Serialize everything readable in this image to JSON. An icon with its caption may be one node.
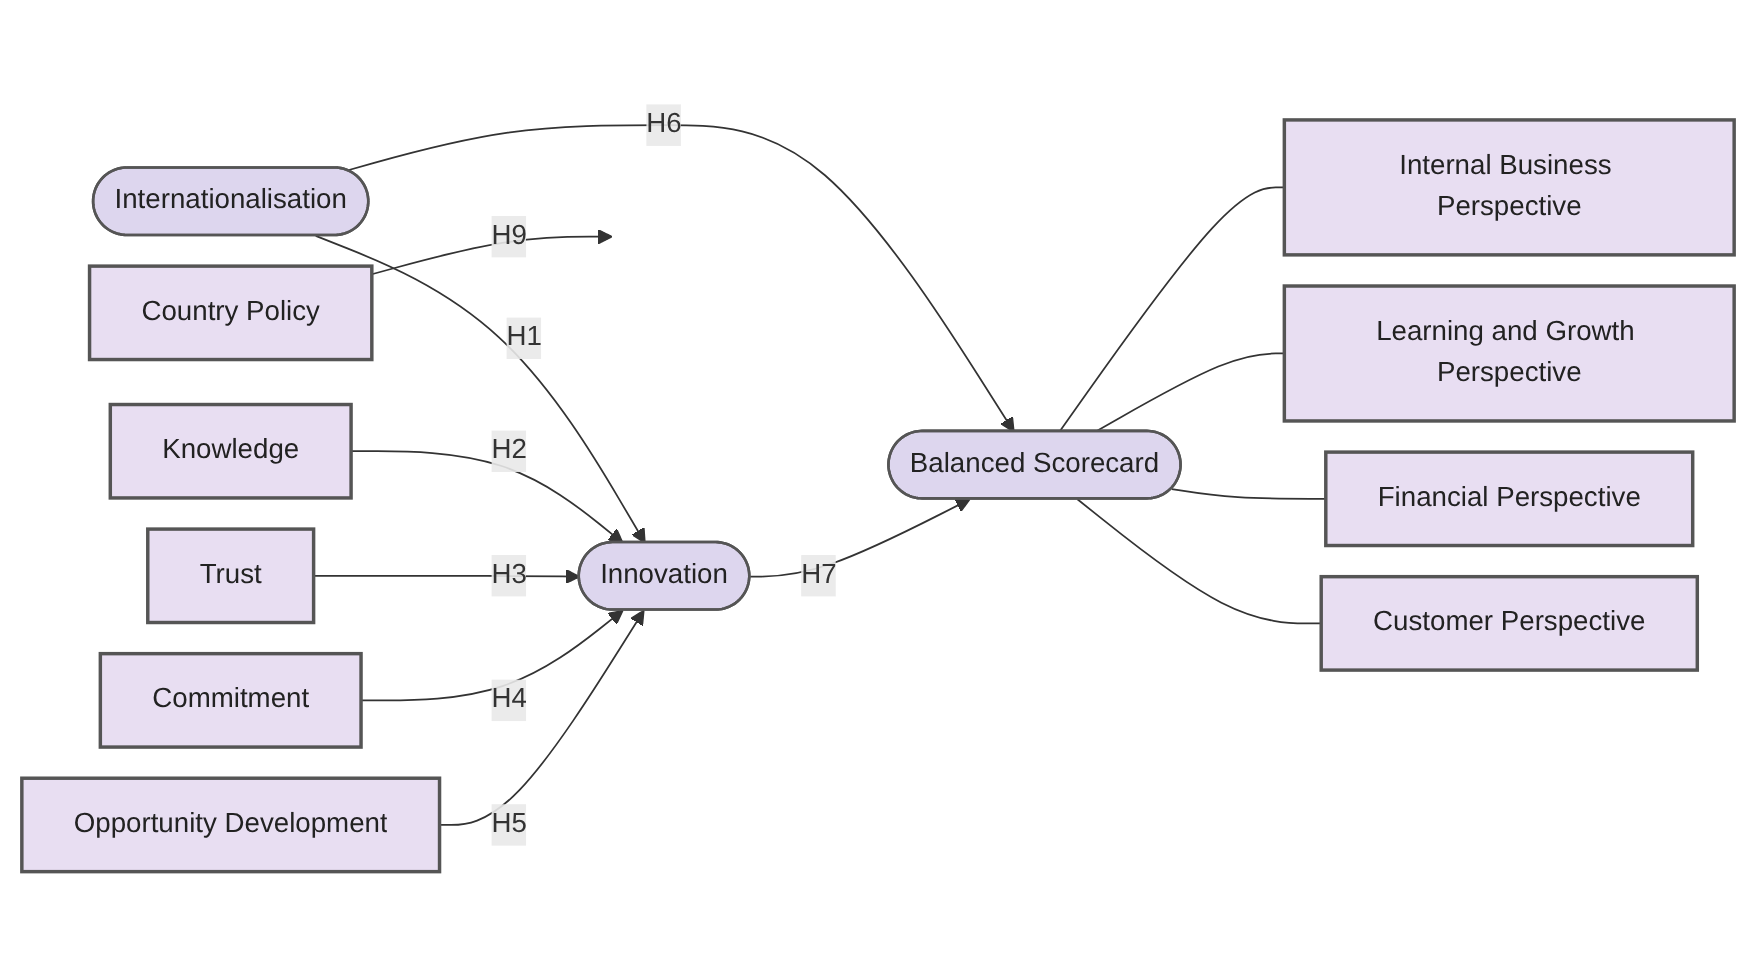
{
  "diagram": {
    "nodes": [
      {
        "text": [
          "Internationalisation"
        ]
      },
      {
        "text": [
          "Knowledge"
        ]
      },
      {
        "text": [
          "Trust"
        ]
      },
      {
        "text": [
          "Commitment"
        ]
      },
      {
        "text": [
          "Opportunity Development"
        ]
      },
      {
        "text": [
          "Innovation"
        ]
      },
      {
        "text": [
          "Balanced Scorecard"
        ]
      },
      {
        "text": [
          "Internal Business Perspective"
        ]
      },
      {
        "text": [
          "Learning and Growth Perspective"
        ]
      },
      {
        "text": [
          "Financial Perspective"
        ]
      },
      {
        "text": [
          "Customer Perspective"
        ]
      },
      {
        "text": [
          "Country Policy"
        ]
      }
    ],
    "edges": [
      {
        "from": 0,
        "to": 5,
        "arrow": "to",
        "label": "H1"
      },
      {
        "from": 1,
        "to": 5,
        "arrow": "to",
        "label": "H2"
      },
      {
        "from": 2,
        "to": 5,
        "arrow": "to",
        "label": "H3"
      },
      {
        "from": 3,
        "to": 5,
        "arrow": "to",
        "label": "H4"
      },
      {
        "from": 4,
        "to": 5,
        "arrow": "to",
        "label": "H5"
      },
      {
        "from": 0,
        "to": 6,
        "arrow": "to",
        "label": "H6"
      },
      {
        "from": 5,
        "to": 6,
        "arrow": "to",
        "label": "H7"
      },
      {
        "from": 11,
        "to": null,
        "arrow": "to",
        "label": "H9"
      },
      {
        "from": 6,
        "to": 7,
        "arrow": "none"
      },
      {
        "from": 6,
        "to": 8,
        "arrow": "none"
      },
      {
        "from": 6,
        "to": 9,
        "arrow": "none"
      },
      {
        "from": 6,
        "to": 10,
        "arrow": "none"
      }
    ]
  }
}
